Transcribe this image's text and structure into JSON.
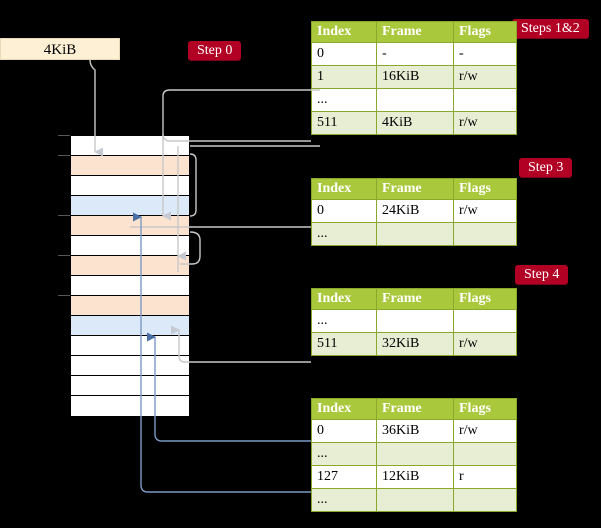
{
  "diagram": {
    "title_absent": true,
    "source_box": {
      "label": "4KiB"
    },
    "badges": {
      "step0": "Step 0",
      "steps12": "Steps 1&2",
      "step3": "Step 3",
      "step4": "Step 4"
    },
    "colors": {
      "badge_bg": "#b20024",
      "badge_text": "#ffffff",
      "table_header_bg": "#aac83c",
      "table_header_text": "#ffffff",
      "table_alt_row_bg": "#e8eed4",
      "table_highlight_bg": "#fbf59a",
      "source_box_bg": "#fdf0d5",
      "mem_cell_peach": "#fce3cf",
      "mem_cell_blue": "#dce9f8",
      "mem_cell_white": "#ffffff",
      "background": "#000000",
      "wire_gray": "#c8c8c8",
      "wire_blue": "#7b9bc4",
      "arrow_gray": "#c5cad2",
      "arrow_blue": "#4a6fa5"
    },
    "memory_column": {
      "name": "physical-memory",
      "cells": [
        {
          "fill": "white",
          "tick": true
        },
        {
          "fill": "peach",
          "tick": true
        },
        {
          "fill": "white",
          "tick": false
        },
        {
          "fill": "blue",
          "tick": false
        },
        {
          "fill": "peach",
          "tick": true
        },
        {
          "fill": "white",
          "tick": false
        },
        {
          "fill": "peach",
          "tick": true
        },
        {
          "fill": "white",
          "tick": false
        },
        {
          "fill": "peach",
          "tick": true
        },
        {
          "fill": "blue",
          "tick": false
        },
        {
          "fill": "white",
          "tick": false
        },
        {
          "fill": "white",
          "tick": false
        },
        {
          "fill": "white",
          "tick": false
        },
        {
          "fill": "white",
          "tick": false
        }
      ]
    },
    "tables": [
      {
        "name": "page-table-level-0",
        "headers": [
          "Index",
          "Frame",
          "Flags"
        ],
        "rows": [
          {
            "cells": [
              "0",
              "-",
              "-"
            ],
            "alt": false,
            "highlight": false
          },
          {
            "cells": [
              "1",
              "16KiB",
              "r/w"
            ],
            "alt": true,
            "highlight": false
          },
          {
            "cells": [
              "...",
              "",
              ""
            ],
            "alt": false,
            "highlight": false
          },
          {
            "cells": [
              "511",
              "4KiB",
              "r/w"
            ],
            "alt": true,
            "highlight": true
          }
        ]
      },
      {
        "name": "page-table-level-1",
        "headers": [
          "Index",
          "Frame",
          "Flags"
        ],
        "rows": [
          {
            "cells": [
              "0",
              "24KiB",
              "r/w"
            ],
            "alt": false,
            "highlight": false
          },
          {
            "cells": [
              "...",
              "",
              ""
            ],
            "alt": true,
            "highlight": false
          }
        ]
      },
      {
        "name": "page-table-level-2",
        "headers": [
          "Index",
          "Frame",
          "Flags"
        ],
        "rows": [
          {
            "cells": [
              "...",
              "",
              ""
            ],
            "alt": false,
            "highlight": false
          },
          {
            "cells": [
              "511",
              "32KiB",
              "r/w"
            ],
            "alt": true,
            "highlight": false
          }
        ]
      },
      {
        "name": "page-table-level-3",
        "headers": [
          "Index",
          "Frame",
          "Flags"
        ],
        "rows": [
          {
            "cells": [
              "0",
              "36KiB",
              "r/w"
            ],
            "alt": false,
            "highlight": false
          },
          {
            "cells": [
              "...",
              "",
              ""
            ],
            "alt": true,
            "highlight": false
          },
          {
            "cells": [
              "127",
              "12KiB",
              "r"
            ],
            "alt": false,
            "highlight": false
          },
          {
            "cells": [
              "...",
              "",
              ""
            ],
            "alt": true,
            "highlight": false
          }
        ]
      }
    ]
  }
}
